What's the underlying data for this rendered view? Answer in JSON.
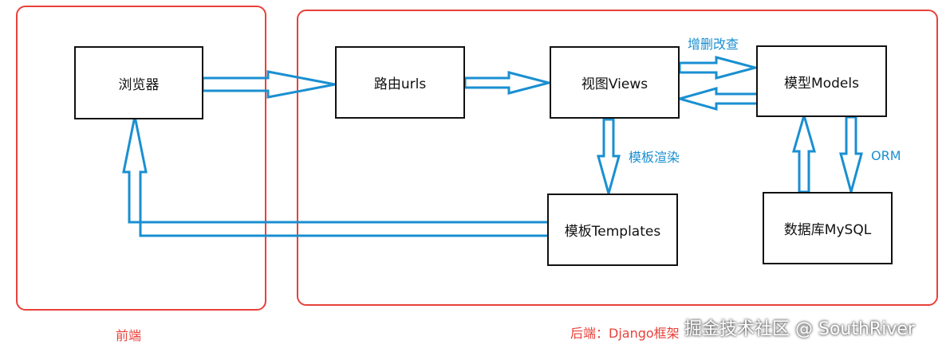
{
  "regions": {
    "frontend_label": "前端",
    "backend_label": "后端：Django框架"
  },
  "nodes": {
    "browser": "浏览器",
    "router": "路由urls",
    "views": "视图Views",
    "models": "模型Models",
    "templates": "模板Templates",
    "database": "数据库MySQL"
  },
  "edge_labels": {
    "crud": "增删改查",
    "template_render": "模板渲染",
    "orm": "ORM"
  },
  "watermark": "掘金技术社区 @ SouthRiver",
  "colors": {
    "region_border": "#e8413a",
    "arrow": "#1a8fd1",
    "node_border": "#111111"
  }
}
